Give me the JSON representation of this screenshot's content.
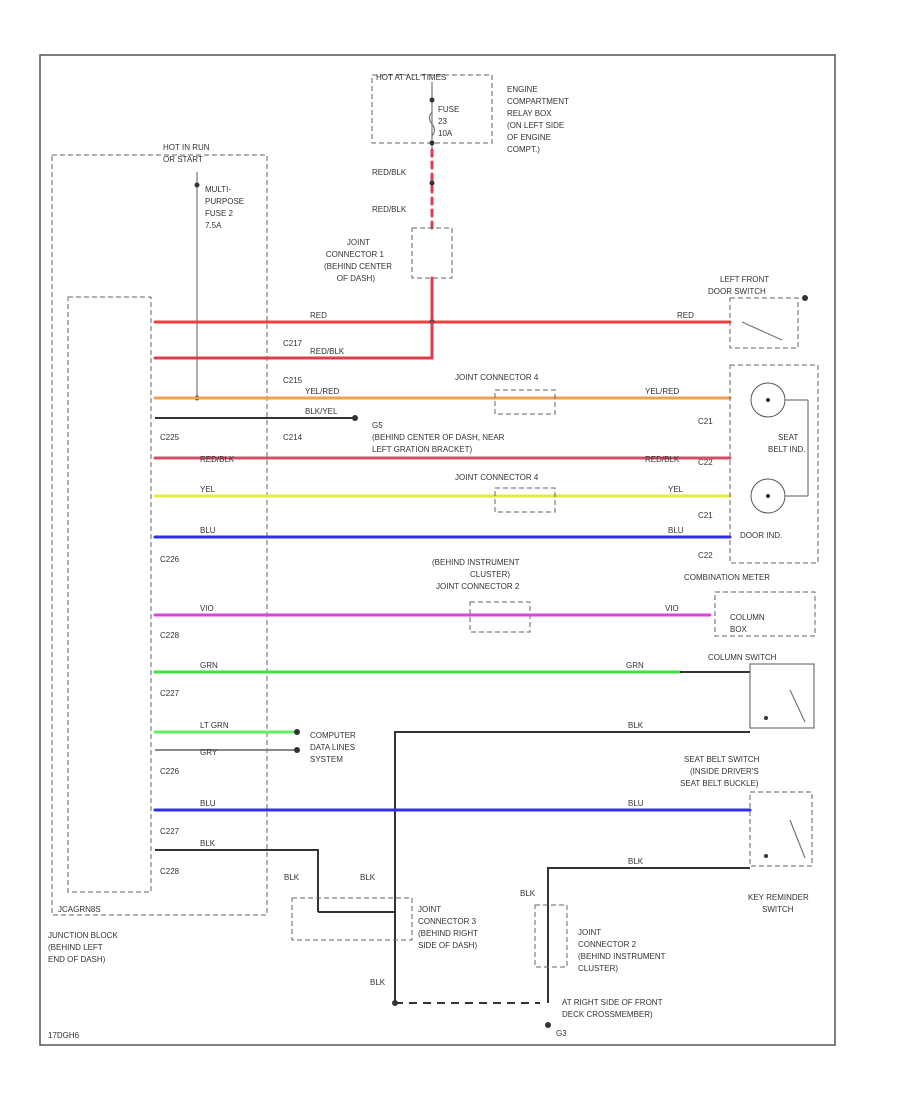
{
  "colors": {
    "red": "#f04040",
    "red_blk": "#e03c4c",
    "yel_red": "#f0a050",
    "red_blk_wire": "#d0506a",
    "yel": "#e8e840",
    "blu": "#3030e0",
    "vio": "#e040e0",
    "grn": "#40e040",
    "lt_grn": "#60f060",
    "gry": "#888888",
    "blk": "#333333"
  },
  "labels": {
    "hot_at_all_times": "HOT AT ALL TIMES",
    "fuse_a": "FUSE",
    "fuse_b": "23",
    "fuse_c": "10A",
    "engine_relay": [
      "ENGINE",
      "COMPARTMENT",
      "RELAY BOX",
      "(ON LEFT SIDE",
      "OF ENGINE",
      "COMPT.)"
    ],
    "red_blk_1": "RED/BLK",
    "red_blk_2": "RED/BLK",
    "hot_in_run": [
      "HOT IN RUN",
      "OR START"
    ],
    "multi_fuse": [
      "MULTI-",
      "PURPOSE",
      "FUSE 2",
      "7.5A"
    ],
    "joint_connector_1": [
      "JOINT",
      "CONNECTOR 1",
      "(BEHIND CENTER",
      "OF DASH)"
    ],
    "left_front_door_switch": [
      "LEFT FRONT",
      "DOOR SWITCH"
    ],
    "pin_red_left": "RED",
    "pin_red_right": "RED",
    "c217": "C217",
    "c215": "C215",
    "c214": "C214",
    "c225": "C225",
    "red_blk_3": "RED/BLK",
    "joint_connector_4a": "JOINT CONNECTOR 4",
    "yel_red_left": "YEL/RED",
    "yel_red_right": "YEL/RED",
    "c21_1": "C21",
    "c22_1": "C22",
    "c21_2": "C21",
    "c22_2": "C22",
    "seat_belt_ind": [
      "SEAT",
      "BELT IND."
    ],
    "door_ind": "DOOR IND.",
    "blk_yel": "BLK/YEL",
    "g_behind": [
      "G5",
      "(BEHIND CENTER OF DASH, NEAR",
      "LEFT GRATION BRACKET)"
    ],
    "red_blk_4": "RED/BLK",
    "red_blk_5": "RED/BLK",
    "joint_connector_4b": "JOINT CONNECTOR 4",
    "yel_left": "YEL",
    "yel_right": "YEL",
    "blu_left": "BLU",
    "blu_right": "BLU",
    "c226": "C226",
    "combination_meter": "COMBINATION METER",
    "behind_instrument": [
      "(BEHIND INSTRUMENT",
      "CLUSTER)",
      "JOINT CONNECTOR 2"
    ],
    "vio_left": "VIO",
    "vio_right": "VIO",
    "c228": "C228",
    "column_box": [
      "COLUMN",
      "BOX"
    ],
    "column_switch": "COLUMN SWITCH",
    "grn_left": "GRN",
    "grn_right": "GRN",
    "c227": "C227",
    "lt_grn": "LT GRN",
    "gry": "GRY",
    "computer_data": [
      "COMPUTER",
      "DATA LINES",
      "SYSTEM"
    ],
    "blk_right_1": "BLK",
    "c226b": "C226",
    "seat_belt_switch": [
      "SEAT BELT SWITCH",
      "(INSIDE DRIVER'S",
      "SEAT BELT BUCKLE)"
    ],
    "blu_left_2": "BLU",
    "blu_right_2": "BLU",
    "c227b": "C227",
    "blk_left_2": "BLK",
    "c228b": "C228",
    "blk_right_2": "BLK",
    "key_reminder": [
      "KEY REMINDER",
      "SWITCH"
    ],
    "blk_a": "BLK",
    "blk_b": "BLK",
    "blk_c": "BLK",
    "joint_connector_3": [
      "JOINT",
      "CONNECTOR 3",
      "(BEHIND RIGHT",
      "SIDE OF DASH)"
    ],
    "joint_connector_2": [
      "JOINT",
      "CONNECTOR 2",
      "(BEHIND INSTRUMENT",
      "CLUSTER)"
    ],
    "junction_block": [
      "JUNCTION BLOCK",
      "(BEHIND LEFT",
      "END OF DASH)"
    ],
    "junction_inner": "JCAGRN8S",
    "blk_d": "BLK",
    "ground": [
      "AT RIGHT SIDE OF FRONT",
      "DECK CROSSMEMBER)"
    ],
    "g3": "G3",
    "code": "17DGH6"
  }
}
